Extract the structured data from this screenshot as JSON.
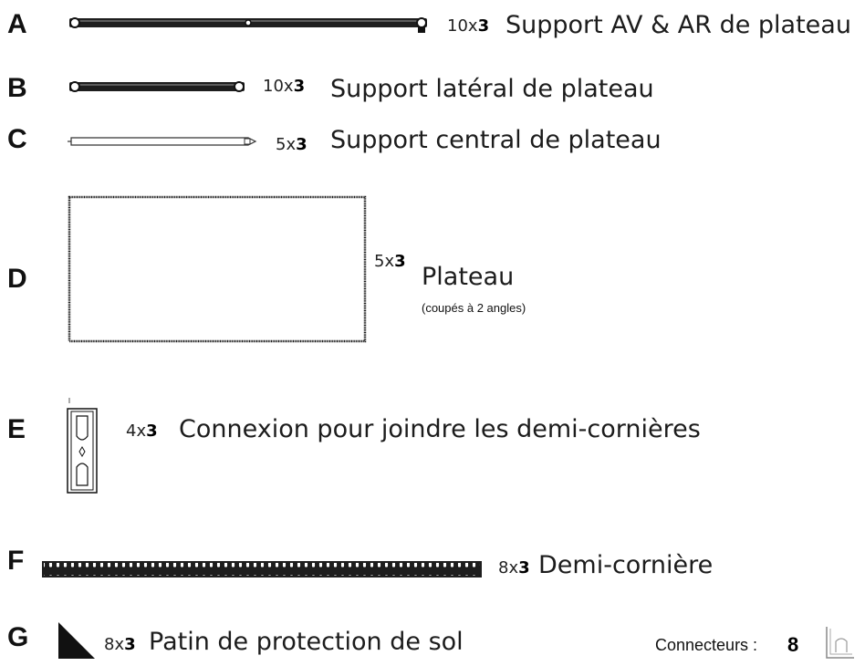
{
  "parts": [
    {
      "letter": "A",
      "qty": "10x",
      "multiplier": "3",
      "label": "Support AV & AR de plateau"
    },
    {
      "letter": "B",
      "qty": "10x",
      "multiplier": "3",
      "label": "Support latéral de plateau"
    },
    {
      "letter": "C",
      "qty": "5x",
      "multiplier": "3",
      "label": "Support central de plateau"
    },
    {
      "letter": "D",
      "qty": "5x",
      "multiplier": "3",
      "label": "Plateau",
      "note": "(coupés à 2 angles)"
    },
    {
      "letter": "E",
      "qty": "4x",
      "multiplier": "3",
      "label": "Connexion pour joindre les demi-cornières"
    },
    {
      "letter": "F",
      "qty": "8x",
      "multiplier": "3",
      "label": "Demi-cornière"
    },
    {
      "letter": "G",
      "qty": "8x",
      "multiplier": "3",
      "label": "Patin de protection de sol"
    }
  ],
  "connectors": {
    "label": "Connecteurs :",
    "value": "8",
    "icon": "connector-bracket-icon"
  }
}
